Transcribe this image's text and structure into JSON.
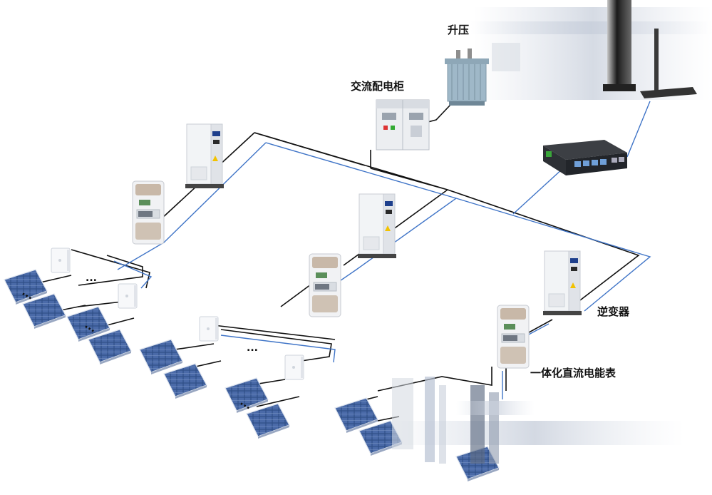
{
  "labels": {
    "step_up": "升压",
    "ac_cabinet": "交流配电柜",
    "inverter": "逆变器",
    "dc_meter": "一体化直流电能表"
  },
  "ellipsis": "...",
  "colors": {
    "power_line": "#111111",
    "comm_line": "#3f74c7",
    "panel_cell": "#2f4f86",
    "panel_cell_light": "#5f82bd",
    "cabinet_body": "#eef0f3"
  }
}
